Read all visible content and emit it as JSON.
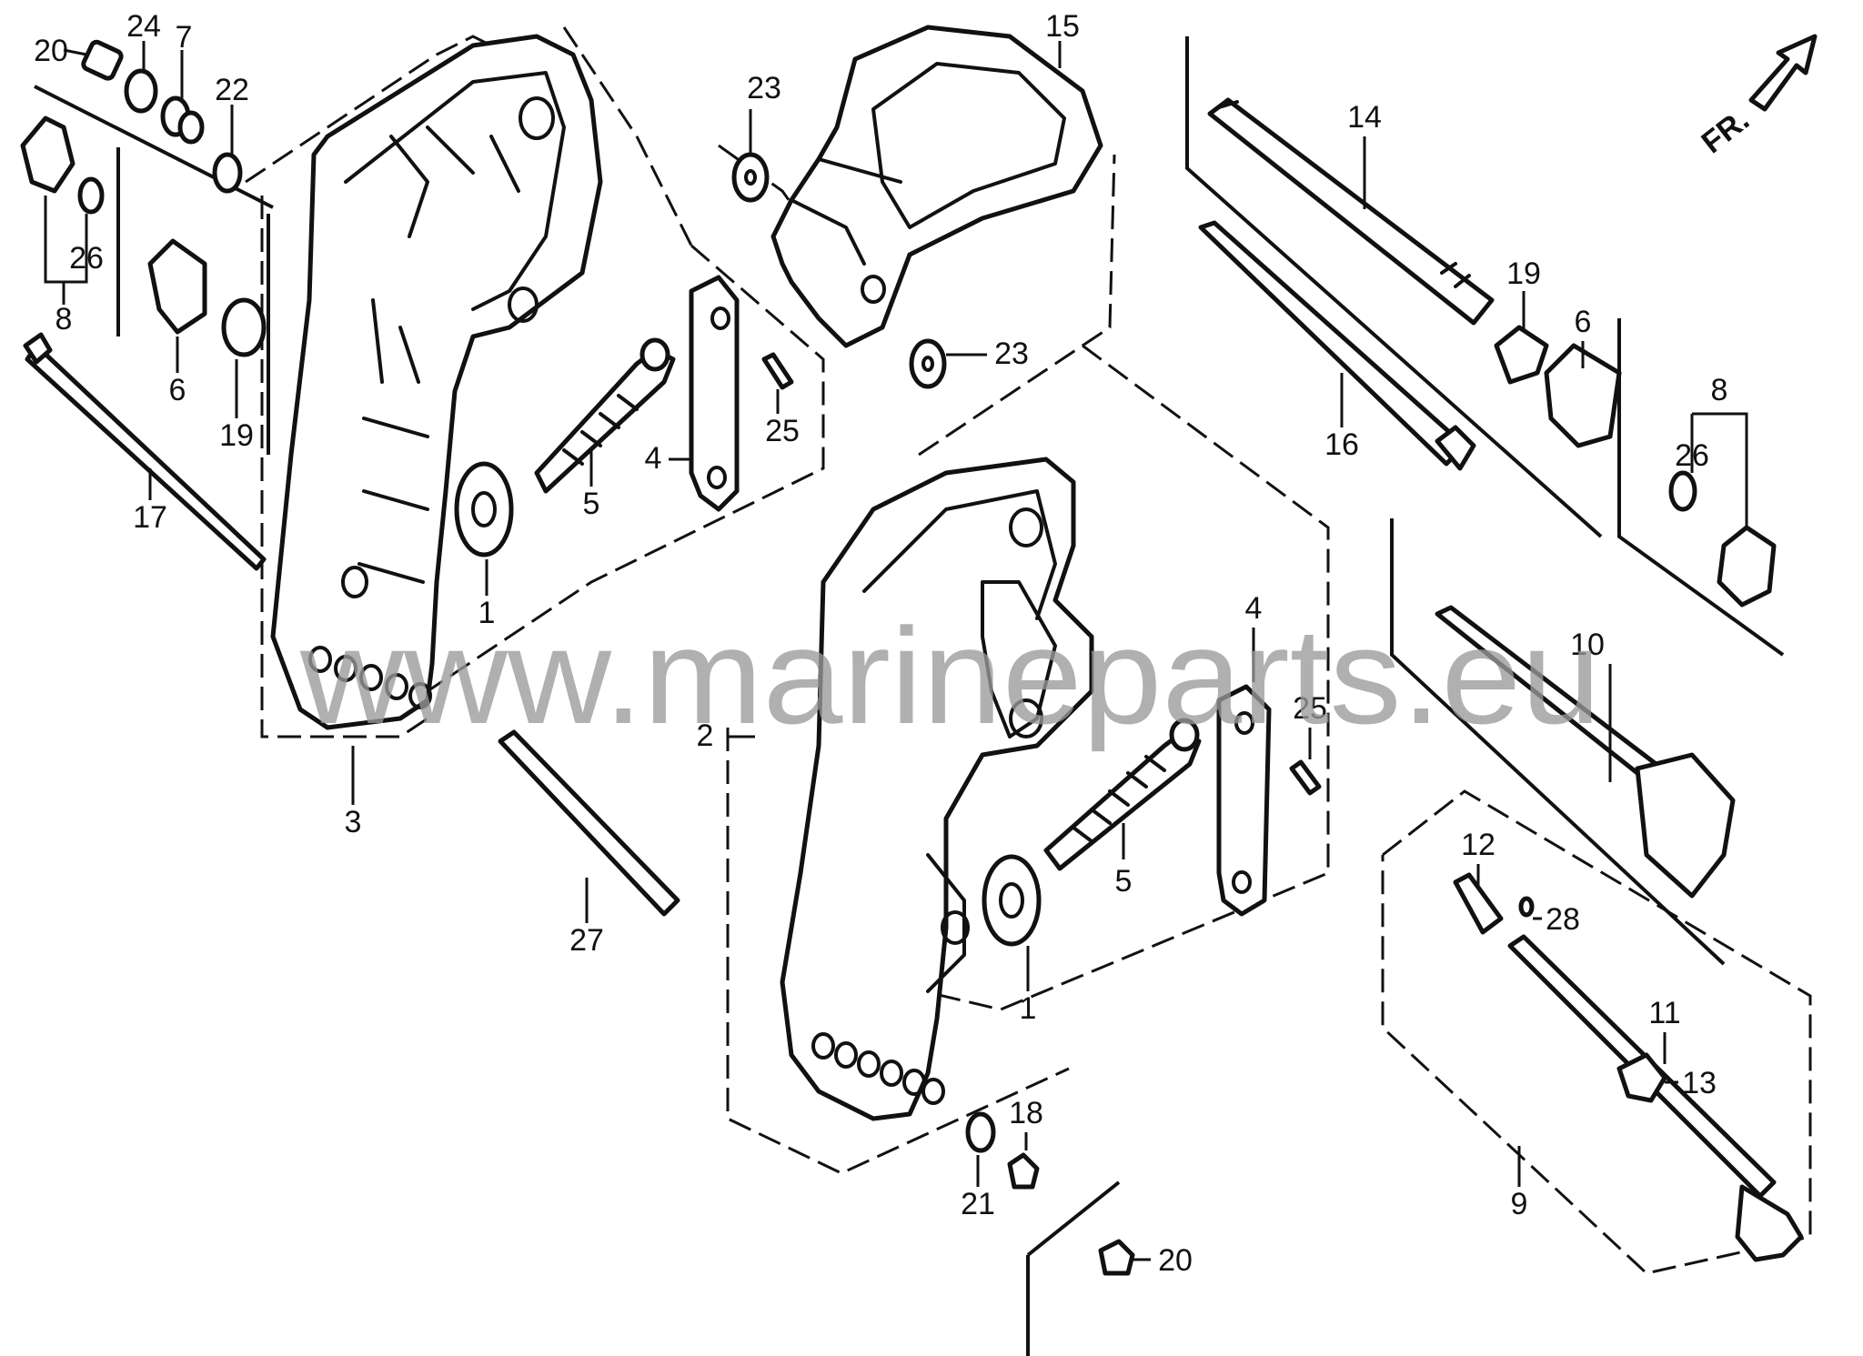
{
  "diagram": {
    "watermark": "www.marineparts.eu",
    "direction_label": "FR.",
    "callouts": {
      "c20a": "20",
      "c24": "24",
      "c7": "7",
      "c22": "22",
      "c26a": "26",
      "c8a": "8",
      "c6a": "6",
      "c19a": "19",
      "c17": "17",
      "c3": "3",
      "c1a": "1",
      "c5a": "5",
      "c4a": "4",
      "c25a": "25",
      "c23a": "23",
      "c23b": "23",
      "c15": "15",
      "c14": "14",
      "c16": "16",
      "c19b": "19",
      "c6b": "6",
      "c8b": "8",
      "c26b": "26",
      "c10": "10",
      "c2": "2",
      "c4b": "4",
      "c25b": "25",
      "c5b": "5",
      "c1b": "1",
      "c27": "27",
      "c18": "18",
      "c21": "21",
      "c20b": "20",
      "c12": "12",
      "c28": "28",
      "c11": "11",
      "c13": "13",
      "c9": "9"
    }
  }
}
